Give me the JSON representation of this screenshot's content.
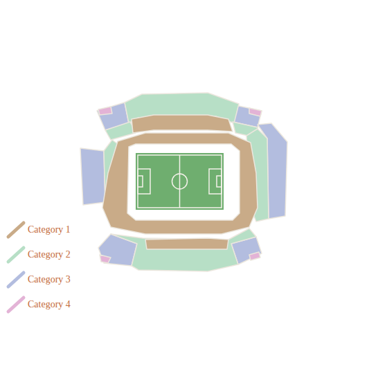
{
  "diagram": {
    "legend": [
      {
        "text": "Category 1",
        "color": "#c9ab88"
      },
      {
        "text": "Category 2",
        "color": "#b7dfc6"
      },
      {
        "text": "Category 3",
        "color": "#b3bddf"
      },
      {
        "text": "Category 4",
        "color": "#e3b3d6"
      }
    ]
  }
}
